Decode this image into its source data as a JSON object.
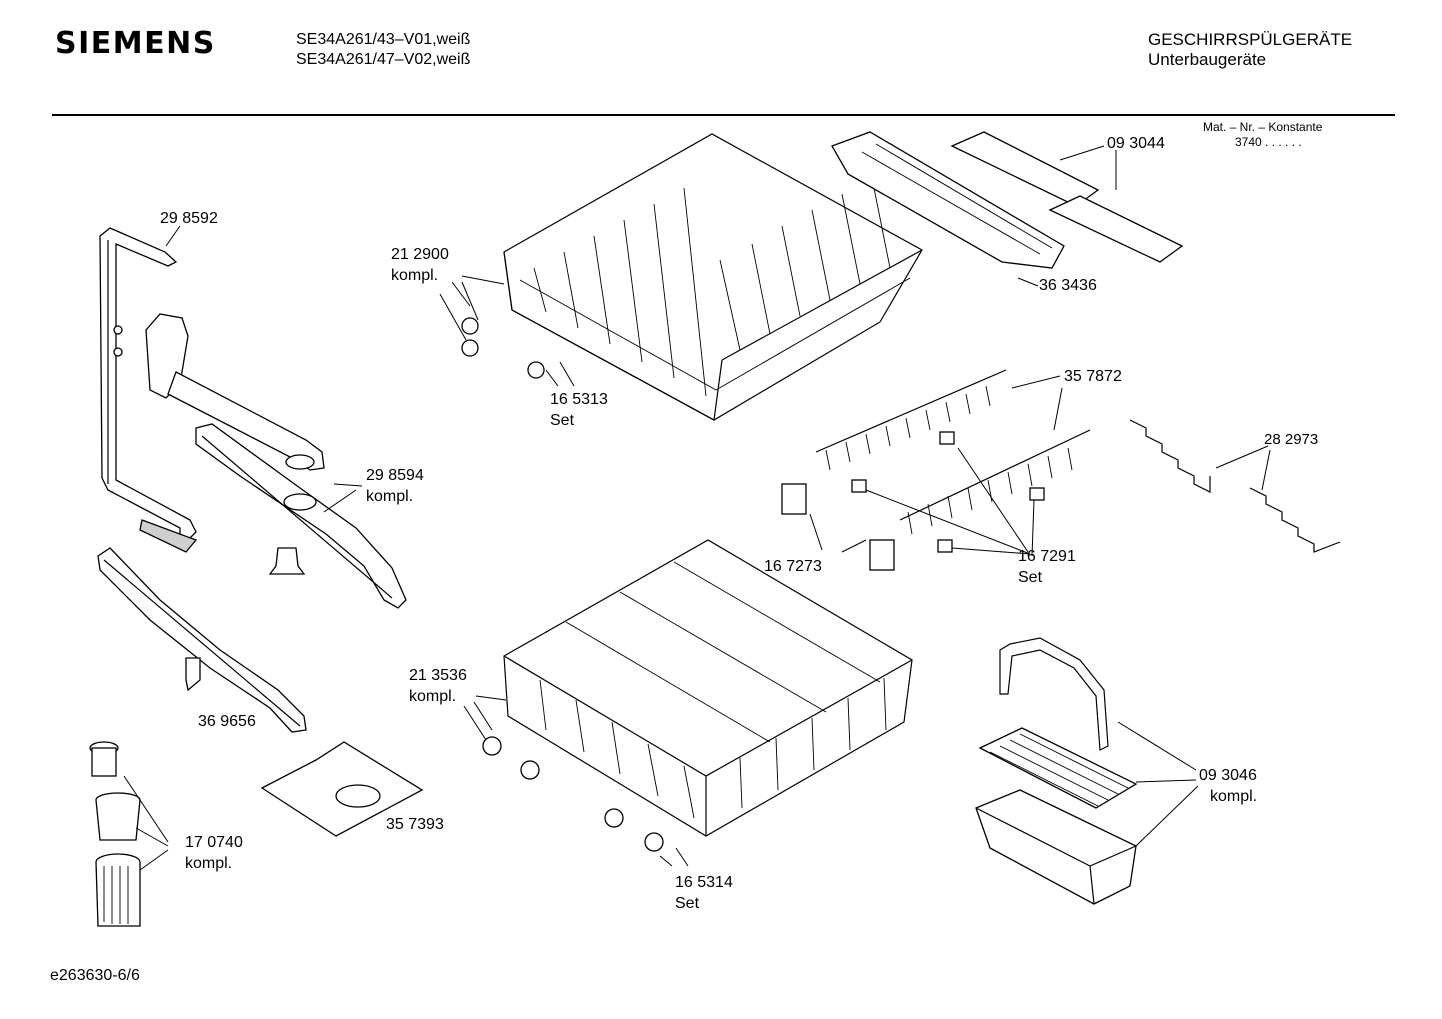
{
  "header": {
    "brand": "SIEMENS",
    "models": [
      "SE34A261/43–V01,weiß",
      "SE34A261/47–V02,weiß"
    ],
    "category": "GESCHIRRSPÜLGERÄTE",
    "subcategory": "Unterbaugeräte",
    "mat_label": "Mat. – Nr. – Konstante",
    "mat_value": "3740  .  .    .  .  .  ."
  },
  "parts": [
    {
      "lines": [
        "29 8592"
      ]
    },
    {
      "lines": [
        "21 2900",
        "kompl."
      ]
    },
    {
      "lines": [
        "16 5313",
        "Set"
      ]
    },
    {
      "lines": [
        "09 3044"
      ]
    },
    {
      "lines": [
        "36 3436"
      ]
    },
    {
      "lines": [
        "35 7872"
      ]
    },
    {
      "lines": [
        "28 2973"
      ]
    },
    {
      "lines": [
        "29 8594",
        "kompl."
      ]
    },
    {
      "lines": [
        "16 7273"
      ]
    },
    {
      "lines": [
        "16 7291",
        "Set"
      ]
    },
    {
      "lines": [
        "21 3536",
        "kompl."
      ]
    },
    {
      "lines": [
        "36 9656"
      ]
    },
    {
      "lines": [
        "35 7393"
      ]
    },
    {
      "lines": [
        "17 0740",
        "kompl."
      ]
    },
    {
      "lines": [
        "16 5314",
        "Set"
      ]
    },
    {
      "lines": [
        "09 3046",
        "kompl."
      ]
    }
  ],
  "footer": "e263630-6/6"
}
